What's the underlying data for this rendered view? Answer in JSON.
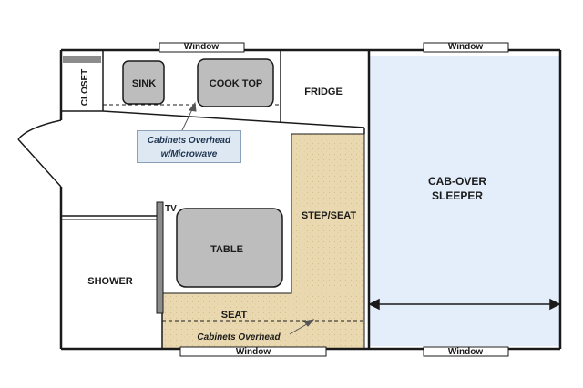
{
  "labels": {
    "window_top_left": "Window",
    "window_top_right": "Window",
    "window_bottom_left": "Window",
    "window_bottom_right": "Window",
    "closet": "CLOSET",
    "sink": "SINK",
    "cook_top": "COOK TOP",
    "fridge": "FRIDGE",
    "cabinets_note_line1": "Cabinets Overhead",
    "cabinets_note_line2": "w/Microwave",
    "tv": "TV",
    "table": "TABLE",
    "step_seat": "STEP/SEAT",
    "seat": "SEAT",
    "cabinets_overhead": "Cabinets Overhead",
    "shower": "SHOWER",
    "cab_over_line1": "CAB-OVER",
    "cab_over_line2": "SLEEPER"
  },
  "colors": {
    "wall": "#1a1a1a",
    "appliance_fill": "#bdbdbd",
    "bench_fill": "#ead9b0",
    "sleeper_fill": "#e4eefa",
    "note_fill": "#dde8f3"
  }
}
